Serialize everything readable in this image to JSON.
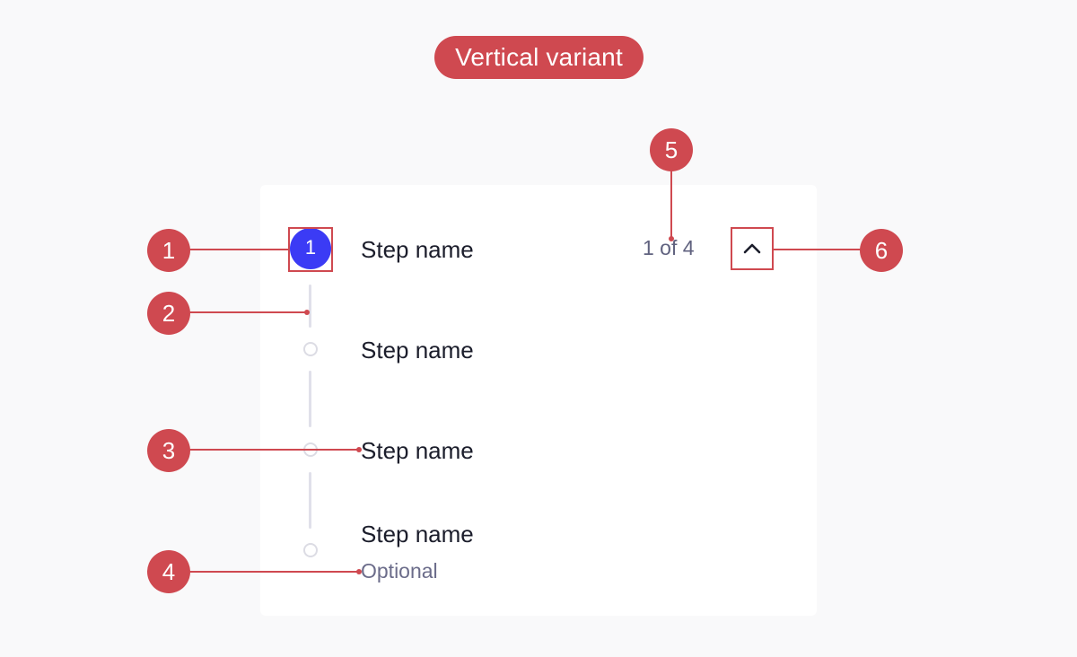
{
  "header": {
    "title": "Vertical variant"
  },
  "stepper": {
    "orientation": "vertical",
    "active_color": "#3b3bf5",
    "counter": "1 of 4",
    "collapse_icon": "chevron-up-icon",
    "steps": [
      {
        "number": "1",
        "label": "Step name",
        "state": "active"
      },
      {
        "label": "Step name",
        "state": "upcoming"
      },
      {
        "label": "Step name",
        "state": "upcoming"
      },
      {
        "label": "Step name",
        "sublabel": "Optional",
        "state": "upcoming"
      }
    ]
  },
  "annotations": {
    "color": "#cf4950",
    "markers": [
      {
        "number": "1",
        "target": "active step indicator"
      },
      {
        "number": "2",
        "target": "step connector"
      },
      {
        "number": "3",
        "target": "step label"
      },
      {
        "number": "4",
        "target": "optional sublabel"
      },
      {
        "number": "5",
        "target": "step counter"
      },
      {
        "number": "6",
        "target": "collapse button"
      }
    ]
  }
}
